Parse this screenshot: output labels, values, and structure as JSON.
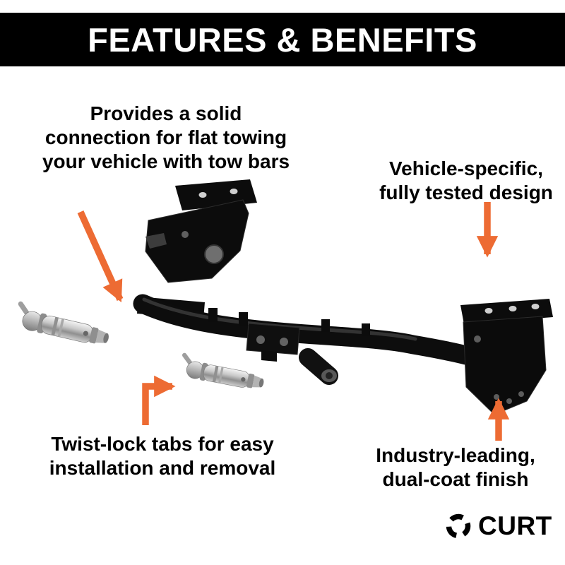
{
  "header": {
    "title": "FEATURES & BENEFITS"
  },
  "callouts": [
    {
      "id": "flat-towing",
      "text": "Provides a solid\nconnection for flat towing\nyour vehicle with tow bars"
    },
    {
      "id": "vehicle-specific",
      "text": "Vehicle-specific,\nfully tested design"
    },
    {
      "id": "twist-lock",
      "text": "Twist-lock tabs for easy\ninstallation and removal"
    },
    {
      "id": "dual-coat",
      "text": "Industry-leading,\ndual-coat finish"
    }
  ],
  "brand": {
    "name": "CURT"
  },
  "colors": {
    "accent": "#ED6B33",
    "header_bg": "#000000",
    "text": "#000000",
    "metal_light": "#f2f2f2",
    "metal_dark": "#8f8f8f",
    "steel_black": "#0c0c0c"
  },
  "icons": [
    {
      "name": "callout-arrow",
      "meaning": "orange arrow pointing at product feature"
    },
    {
      "name": "curt-logo-icon",
      "meaning": "segmented circle brand mark"
    }
  ]
}
